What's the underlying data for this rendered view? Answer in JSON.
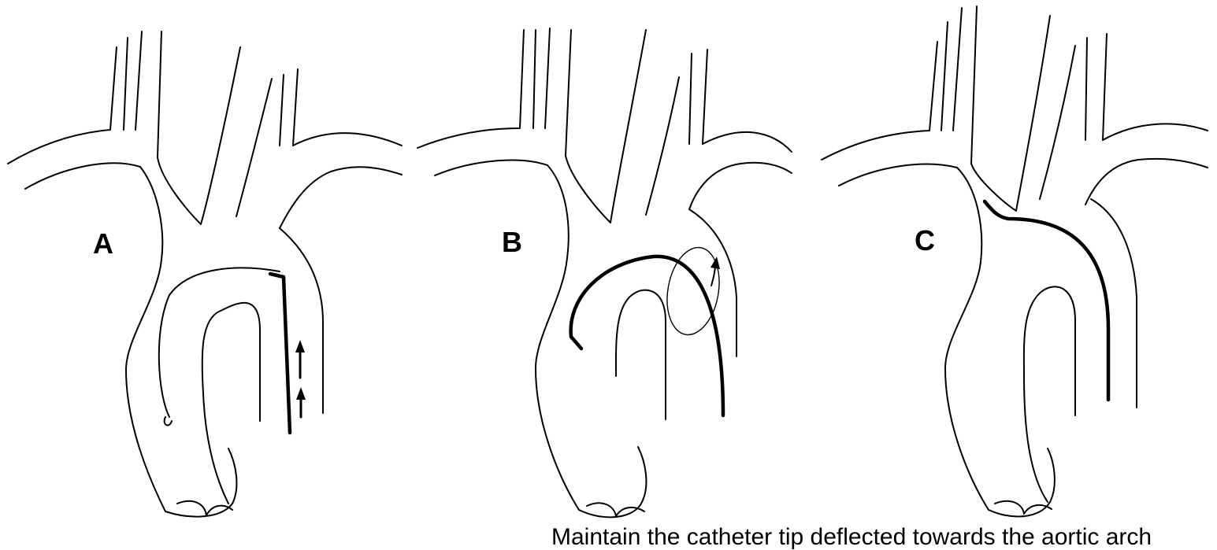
{
  "panels": [
    {
      "label": "A"
    },
    {
      "label": "B"
    },
    {
      "label": "C"
    }
  ],
  "caption": "Maintain the catheter tip deflected towards the aortic arch"
}
